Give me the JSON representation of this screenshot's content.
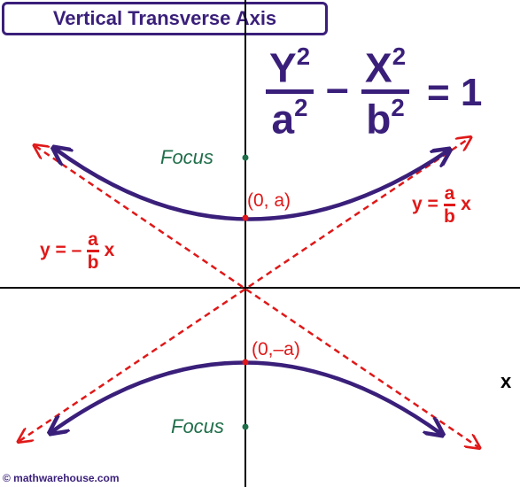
{
  "title": "Vertical Transverse Axis",
  "equation": {
    "num1": "Y",
    "den1": "a",
    "num2": "X",
    "den2": "b",
    "exponent": "2",
    "minus": "–",
    "rhs": "= 1"
  },
  "labels": {
    "focus_top": "Focus",
    "focus_bottom": "Focus",
    "vertex_top": "(0, a)",
    "vertex_bottom": "(0,–a)",
    "x_axis": "x",
    "asym_pos_prefix": "y =",
    "asym_pos_num": "a",
    "asym_pos_den": "b",
    "asym_pos_suffix": "x",
    "asym_neg_prefix": "y = –",
    "asym_neg_num": "a",
    "asym_neg_den": "b",
    "asym_neg_suffix": "x",
    "copyright": "© mathwarehouse.com"
  },
  "colors": {
    "curve": "#3a1f7a",
    "asymptote": "#e01818",
    "focus": "#1f6e4a",
    "axis": "#000000"
  }
}
